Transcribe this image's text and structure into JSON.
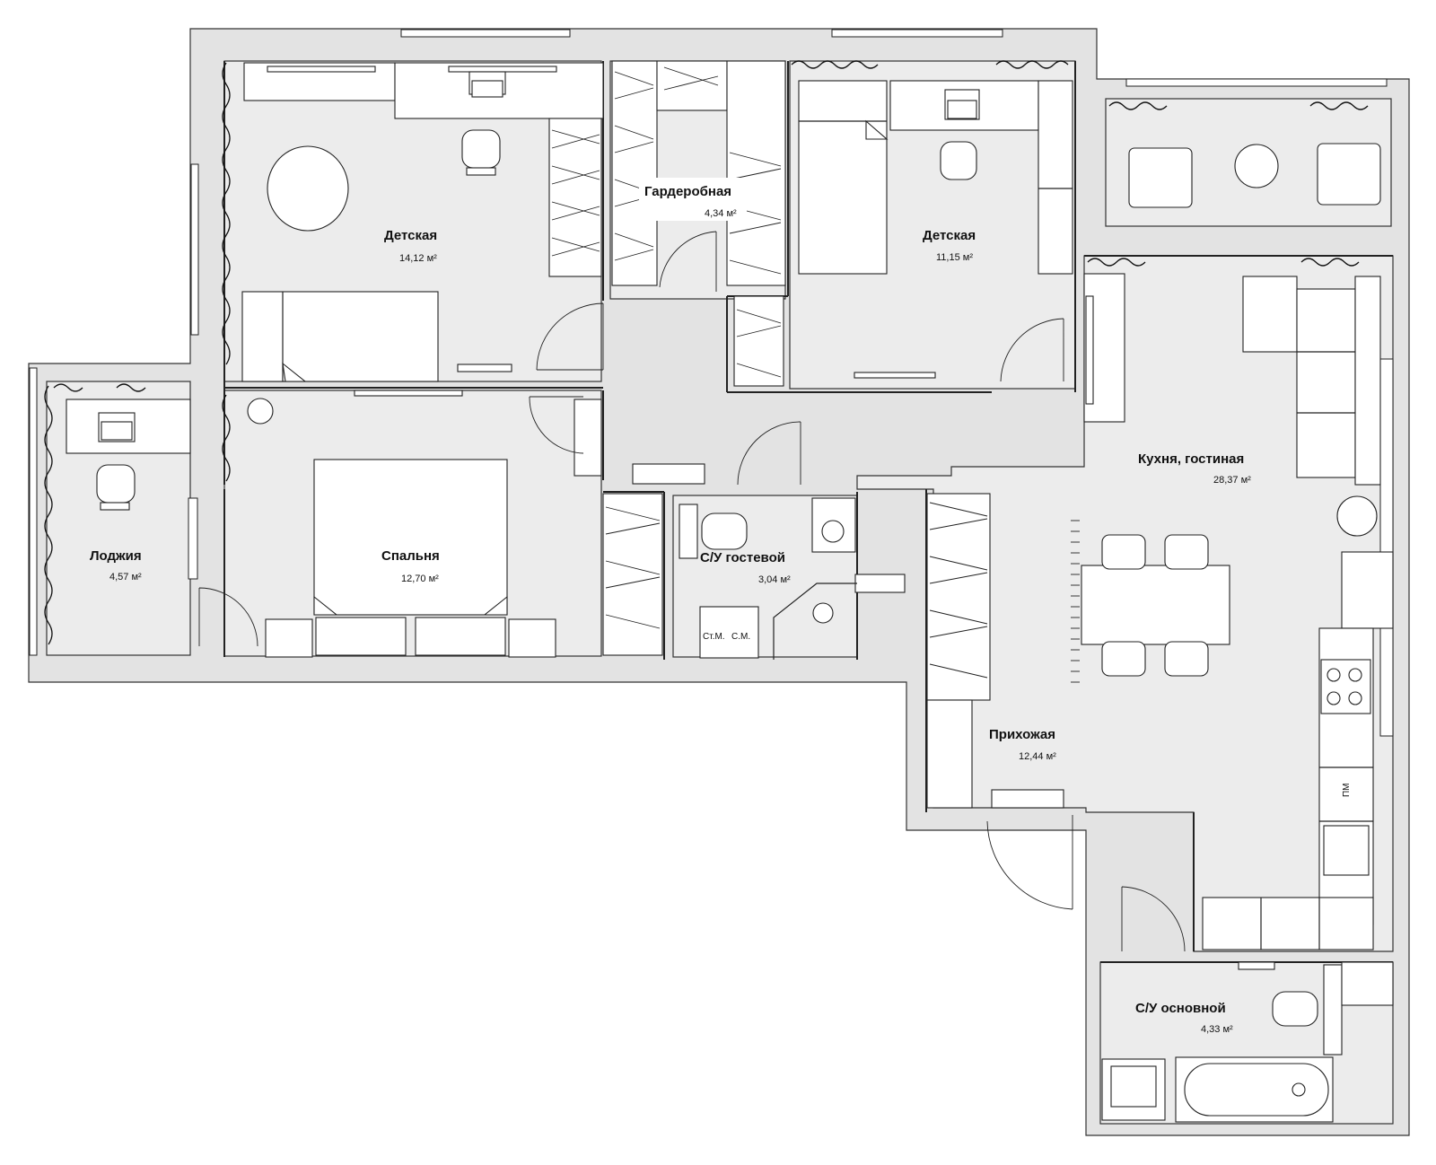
{
  "rooms": {
    "kids1": {
      "name": "Детская",
      "area": "14,12 м²"
    },
    "wardrobe": {
      "name": "Гардеробная",
      "area": "4,34 м²"
    },
    "kids2": {
      "name": "Детская",
      "area": "11,15 м²"
    },
    "loggia": {
      "name": "Лоджия",
      "area": "4,57 м²"
    },
    "bedroom": {
      "name": "Спальня",
      "area": "12,70 м²"
    },
    "guest_bath": {
      "name": "С/У гостевой",
      "area": "3,04 м²"
    },
    "kitchen": {
      "name": "Кухня, гостиная",
      "area": "28,37 м²"
    },
    "hall": {
      "name": "Прихожая",
      "area": "12,44 м²"
    },
    "main_bath": {
      "name": "С/У основной",
      "area": "4,33 м²"
    }
  },
  "labels": {
    "dryer": "Ст.М.",
    "washer": "С.М.",
    "dishwasher": "ПМ"
  },
  "colors": {
    "wall": "#e3e3e3",
    "floor": "#ececec",
    "line": "#222222"
  }
}
